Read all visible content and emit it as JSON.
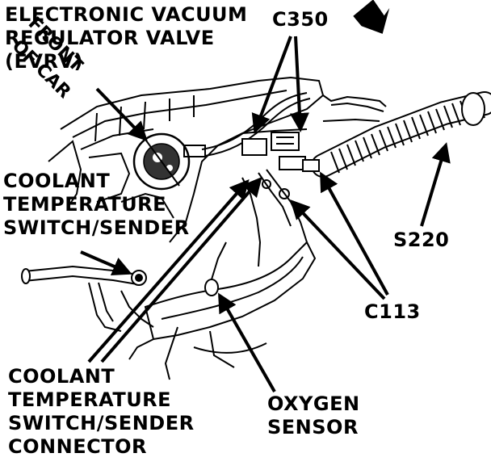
{
  "labels": {
    "evrv": [
      "ELECTRONIC VACUUM",
      "REGULATOR VALVE",
      "(EVRV)"
    ],
    "c350": "C350",
    "front_of_car": [
      "FRONT",
      "OF CAR"
    ],
    "coolant_switch": [
      "COOLANT",
      "TEMPERATURE",
      "SWITCH/SENDER"
    ],
    "s220": "S220",
    "c113": "C113",
    "coolant_connector": [
      "COOLANT",
      "TEMPERATURE",
      "SWITCH/SENDER",
      "CONNECTOR"
    ],
    "oxygen_sensor": [
      "OXYGEN",
      "SENSOR"
    ]
  },
  "colors": {
    "ink": "#000000",
    "paper": "#ffffff"
  }
}
